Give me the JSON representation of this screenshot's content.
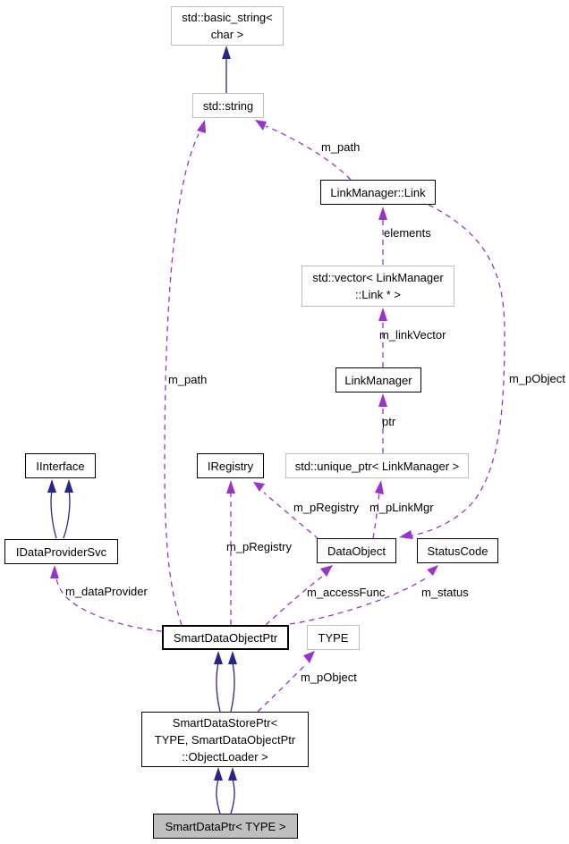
{
  "diagram": {
    "kind": "collaboration-diagram",
    "background": "#ffffff",
    "colors": {
      "inheritance_edge": "#26268d",
      "usage_edge": "#9a32cd",
      "documented_border": "#000000",
      "external_border": "#bebebe",
      "current_node_fill": "#bfbfbf",
      "text": "#000000"
    },
    "nodes": {
      "basic_string": {
        "label": "std::basic_string<\nchar >",
        "style": "external"
      },
      "std_string": {
        "label": "std::string",
        "style": "external"
      },
      "link": {
        "label": "LinkManager::Link",
        "style": "documented"
      },
      "vector": {
        "label": "std::vector< LinkManager\n::Link * >",
        "style": "external"
      },
      "linkmanager": {
        "label": "LinkManager",
        "style": "documented"
      },
      "iregistry": {
        "label": "IRegistry",
        "style": "documented"
      },
      "unique_ptr": {
        "label": "std::unique_ptr< LinkManager >",
        "style": "external"
      },
      "iinterface": {
        "label": "IInterface",
        "style": "documented"
      },
      "idataprovidersvc": {
        "label": "IDataProviderSvc",
        "style": "documented"
      },
      "dataobject": {
        "label": "DataObject",
        "style": "documented"
      },
      "statuscode": {
        "label": "StatusCode",
        "style": "documented"
      },
      "smartdataobjectptr": {
        "label": "SmartDataObjectPtr",
        "style": "documented"
      },
      "type": {
        "label": "TYPE",
        "style": "external"
      },
      "smartdatastoreptr": {
        "label": "SmartDataStorePtr<\nTYPE, SmartDataObjectPtr\n::ObjectLoader >",
        "style": "documented"
      },
      "smartdataptr": {
        "label": "SmartDataPtr< TYPE >",
        "style": "current"
      }
    },
    "edge_labels": {
      "m_path_link": "m_path",
      "m_path_smart": "m_path",
      "elements": "elements",
      "m_linkVector": "m_linkVector",
      "ptr": "ptr",
      "m_pObject_link": "m_pObject",
      "m_pRegistry_data": "m_pRegistry",
      "m_pLinkMgr": "m_pLinkMgr",
      "m_pRegistry_smart": "m_pRegistry",
      "m_dataProvider": "m_dataProvider",
      "m_accessFunc": "m_accessFunc",
      "m_status": "m_status",
      "m_pObject_store": "m_pObject"
    },
    "edges": [
      {
        "from": "std::string",
        "to": "std::basic_string< char >",
        "relation": "inheritance",
        "label": ""
      },
      {
        "from": "IDataProviderSvc",
        "to": "IInterface",
        "relation": "inheritance",
        "count": 2,
        "label": ""
      },
      {
        "from": "SmartDataStorePtr< TYPE, SmartDataObjectPtr ::ObjectLoader >",
        "to": "SmartDataObjectPtr",
        "relation": "inheritance",
        "count": 2,
        "label": ""
      },
      {
        "from": "SmartDataPtr< TYPE >",
        "to": "SmartDataStorePtr< TYPE, SmartDataObjectPtr ::ObjectLoader >",
        "relation": "inheritance",
        "count": 2,
        "label": ""
      },
      {
        "from": "LinkManager::Link",
        "to": "std::string",
        "relation": "usage",
        "label": "m_path"
      },
      {
        "from": "SmartDataObjectPtr",
        "to": "std::string",
        "relation": "usage",
        "label": "m_path"
      },
      {
        "from": "std::vector< LinkManager ::Link * >",
        "to": "LinkManager::Link",
        "relation": "usage",
        "label": "elements"
      },
      {
        "from": "LinkManager",
        "to": "std::vector< LinkManager ::Link * >",
        "relation": "usage",
        "label": "m_linkVector"
      },
      {
        "from": "std::unique_ptr< LinkManager >",
        "to": "LinkManager",
        "relation": "usage",
        "label": "ptr"
      },
      {
        "from": "LinkManager::Link",
        "to": "DataObject",
        "relation": "usage",
        "label": "m_pObject"
      },
      {
        "from": "DataObject",
        "to": "IRegistry",
        "relation": "usage",
        "label": "m_pRegistry"
      },
      {
        "from": "DataObject",
        "to": "std::unique_ptr< LinkManager >",
        "relation": "usage",
        "label": "m_pLinkMgr"
      },
      {
        "from": "SmartDataObjectPtr",
        "to": "IRegistry",
        "relation": "usage",
        "label": "m_pRegistry"
      },
      {
        "from": "SmartDataObjectPtr",
        "to": "IDataProviderSvc",
        "relation": "usage",
        "label": "m_dataProvider"
      },
      {
        "from": "SmartDataObjectPtr",
        "to": "DataObject",
        "relation": "usage",
        "label": "m_accessFunc"
      },
      {
        "from": "SmartDataObjectPtr",
        "to": "StatusCode",
        "relation": "usage",
        "label": "m_status"
      },
      {
        "from": "SmartDataStorePtr< TYPE, SmartDataObjectPtr ::ObjectLoader >",
        "to": "TYPE",
        "relation": "usage",
        "label": "m_pObject"
      }
    ]
  }
}
